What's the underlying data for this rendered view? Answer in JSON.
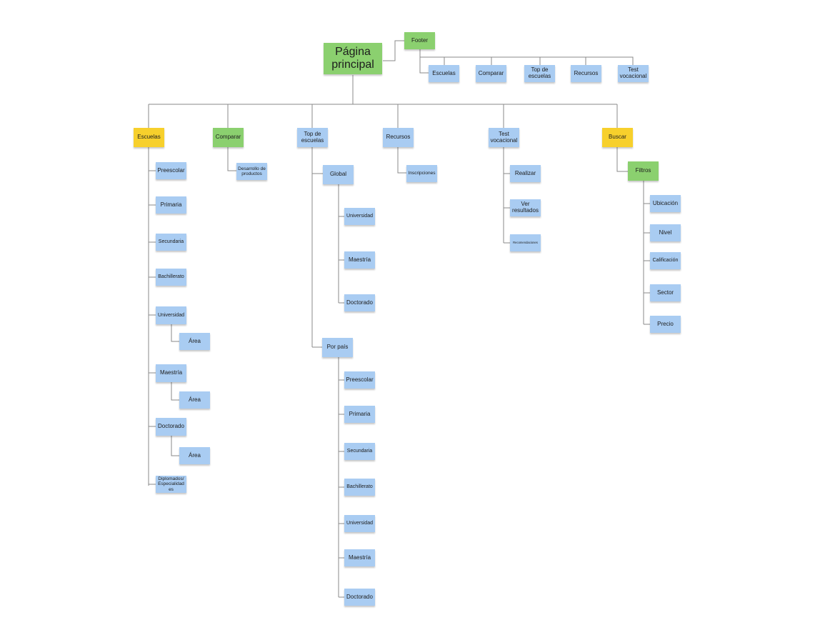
{
  "diagram": {
    "root": "Página principal",
    "footer": {
      "label": "Footer",
      "items": [
        "Escuelas",
        "Comparar",
        "Top de escuelas",
        "Recursos",
        "Test vocacional"
      ]
    },
    "escuelas": {
      "label": "Escuelas",
      "items": [
        "Preescolar",
        "Primaria",
        "Secundaria",
        "Bachillerato",
        "Universidad",
        "Área",
        "Maestría",
        "Área",
        "Doctorado",
        "Área",
        "Diplomados/Especialidades"
      ]
    },
    "comparar": {
      "label": "Comparar",
      "items": [
        "Desarrollo de productos"
      ]
    },
    "top": {
      "label": "Top de escuelas",
      "global": {
        "label": "Global",
        "items": [
          "Universidad",
          "Maestría",
          "Doctorado"
        ]
      },
      "por_pais": {
        "label": "Por país",
        "items": [
          "Preescolar",
          "Primaria",
          "Secundaria",
          "Bachillerato",
          "Universidad",
          "Maestría",
          "Doctorado"
        ]
      }
    },
    "recursos": {
      "label": "Recursos",
      "items": [
        "Inscripciones"
      ]
    },
    "test": {
      "label": "Test vocacional",
      "items": [
        "Realizar",
        "Ver resultados",
        "Recomendaciones"
      ]
    },
    "buscar": {
      "label": "Buscar",
      "filtros": {
        "label": "Filtros",
        "items": [
          "Ubicación",
          "Nivel",
          "Calificación",
          "Sector",
          "Precio"
        ]
      }
    }
  }
}
